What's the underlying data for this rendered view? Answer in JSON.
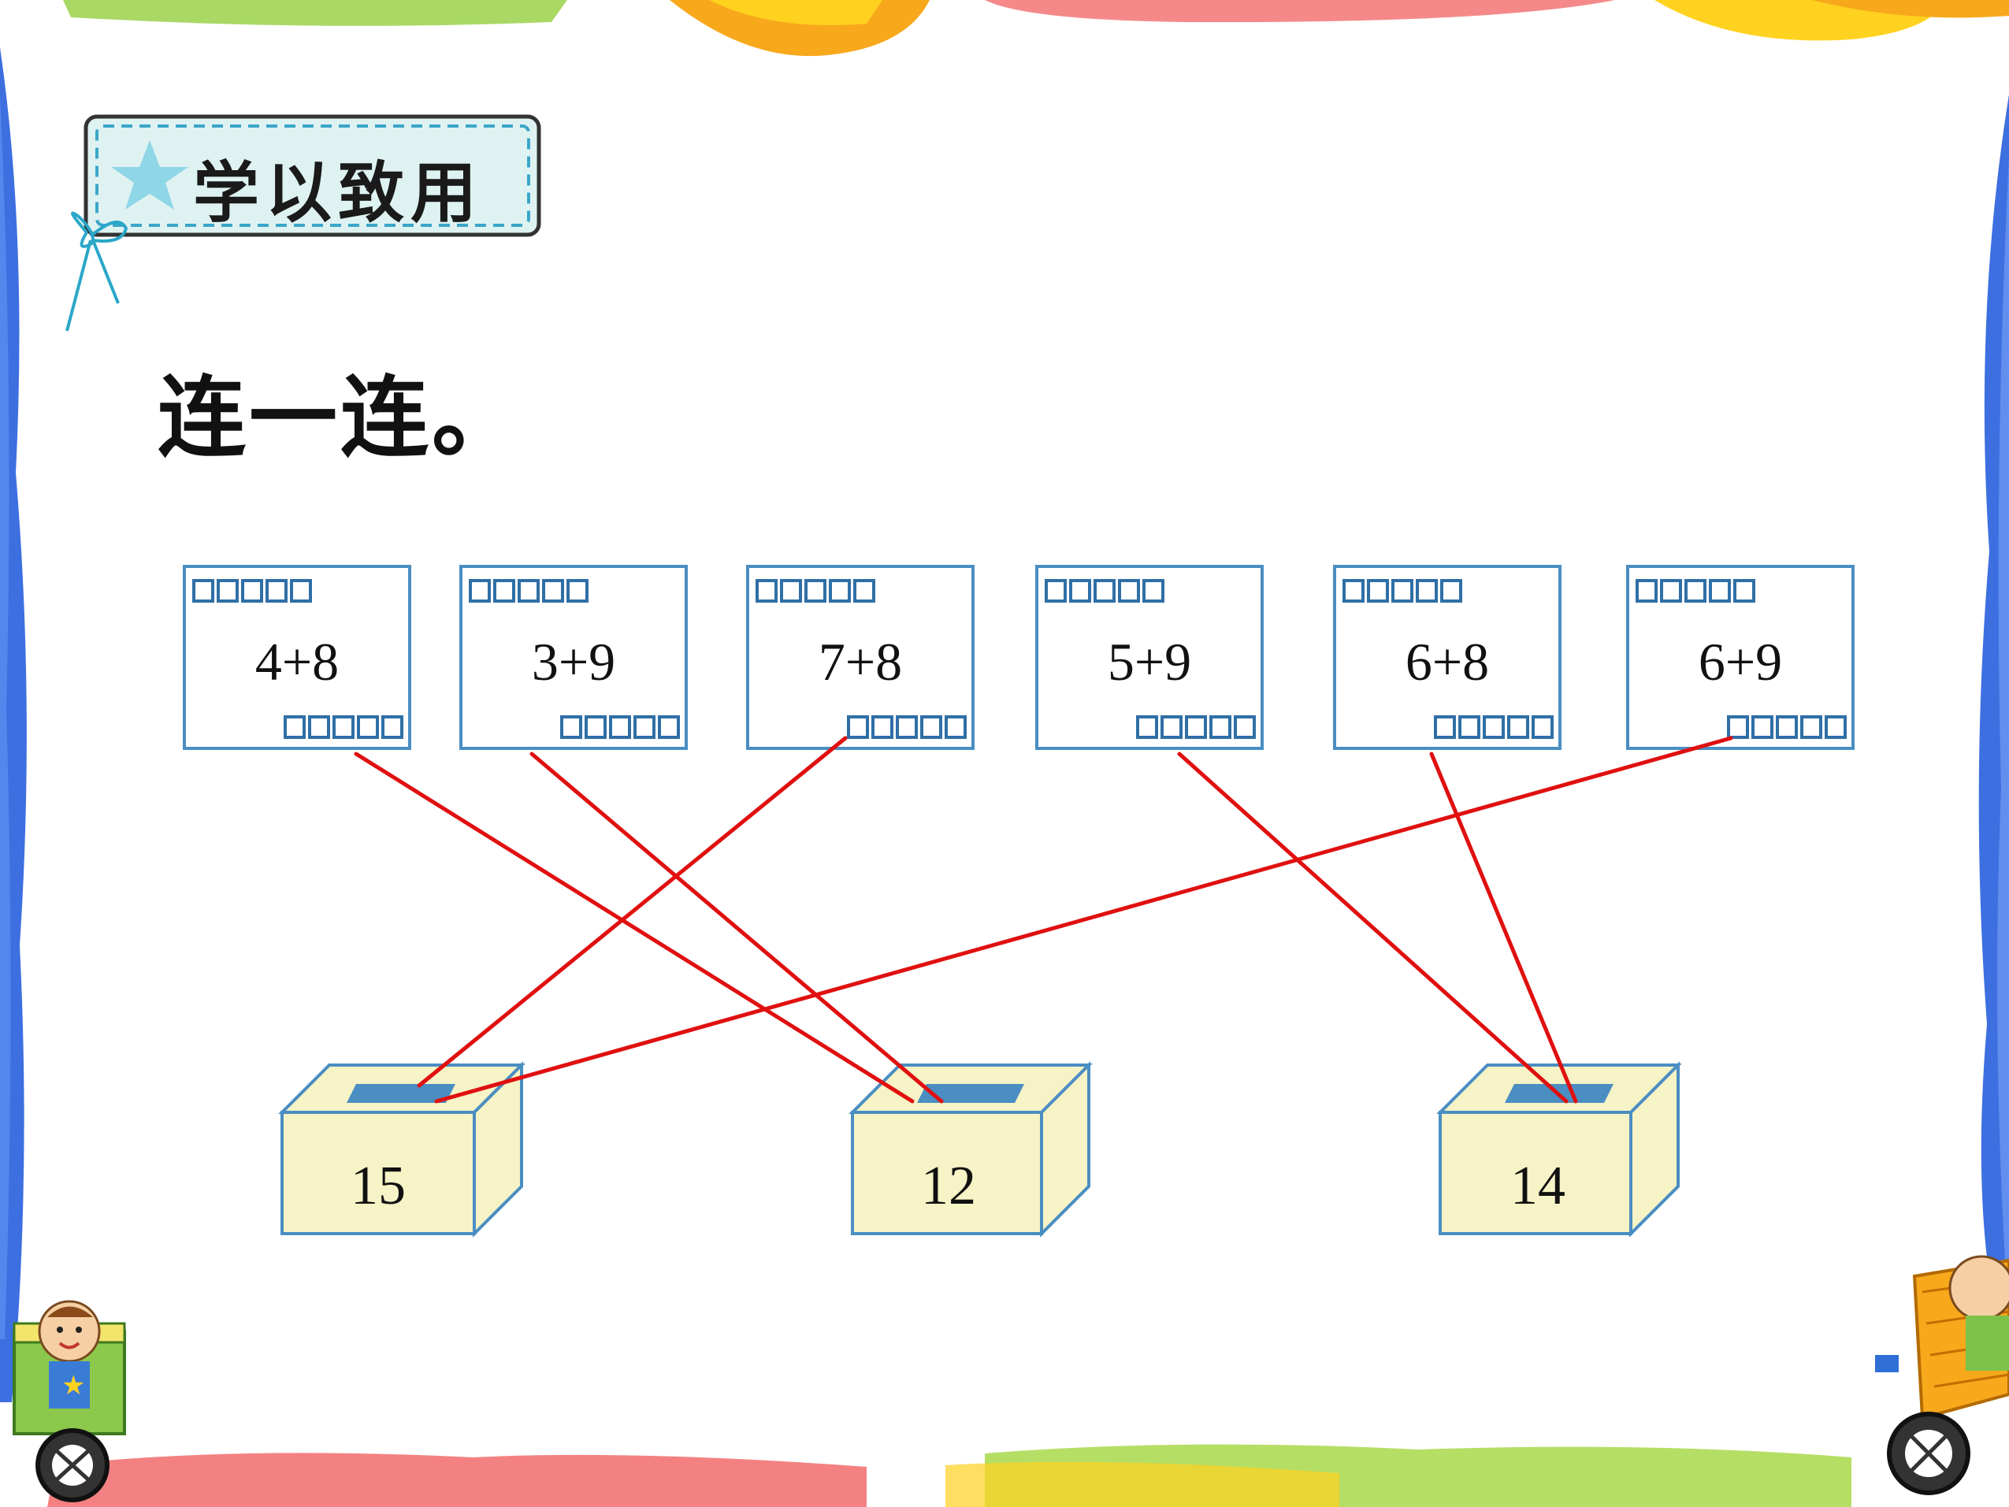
{
  "header": {
    "title": "学以致用"
  },
  "instruction": "连一连。",
  "cards": [
    {
      "expression": "4+8"
    },
    {
      "expression": "3+9"
    },
    {
      "expression": "7+8"
    },
    {
      "expression": "5+9"
    },
    {
      "expression": "6+8"
    },
    {
      "expression": "6+9"
    }
  ],
  "boxes": [
    {
      "value": "15"
    },
    {
      "value": "12"
    },
    {
      "value": "14"
    }
  ],
  "colors": {
    "card_border": "#4a8ec2",
    "box_fill": "#f6f3c6",
    "box_slot": "#4a8ec2",
    "connector": "#e01010",
    "header_bg": "#dff2f2"
  }
}
